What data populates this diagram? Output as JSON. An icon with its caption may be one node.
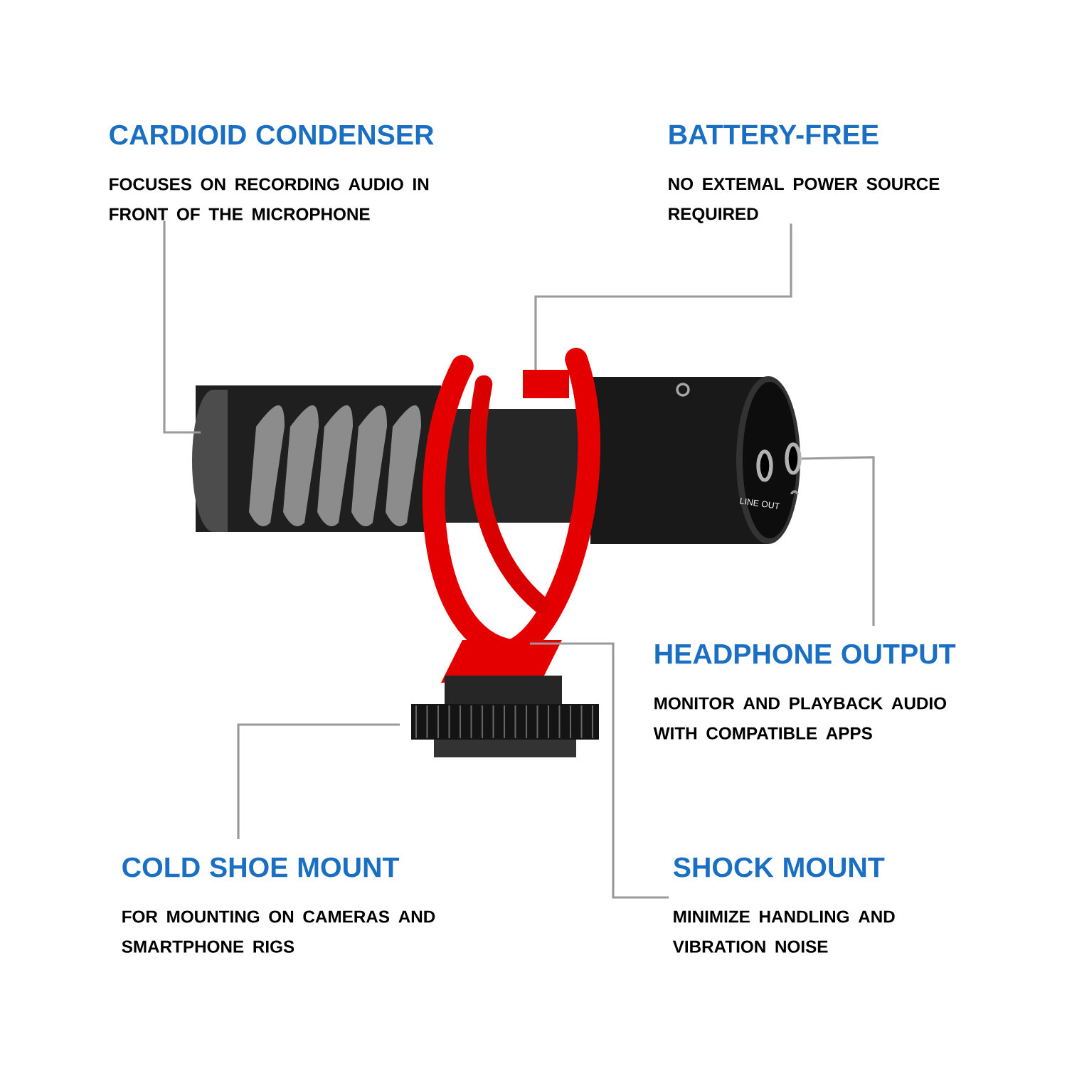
{
  "diagram": {
    "nodes": [
      {
        "text": [
          "CARDIOID CONDENSER",
          "FOCUSES ON RECORDING AUDIO IN FRONT OF THE MICROPHONE"
        ]
      },
      {
        "text": [
          "BATTERY-FREE",
          "NO EXTEMAL POWER SOURCE REQUIRED"
        ]
      },
      {
        "text": [
          "HEADPHONE OUTPUT",
          "MONITOR AND PLAYBACK AUDIO WITH COMPATIBLE APPS"
        ]
      },
      {
        "text": [
          "COLD SHOE MOUNT",
          "FOR MOUNTING ON CAMERAS AND SMARTPHONE RIGS"
        ]
      },
      {
        "text": [
          "SHOCK MOUNT",
          "MINIMIZE HANDLING AND VIBRATION NOISE"
        ]
      },
      {
        "text": [],
        "shape": "circle"
      }
    ],
    "edges": [
      {
        "from": 0,
        "to": null,
        "arrow": "none"
      },
      {
        "from": 1,
        "to": null,
        "arrow": "none"
      },
      {
        "from": 2,
        "to": 5,
        "arrow": "none"
      },
      {
        "from": 3,
        "to": null,
        "arrow": "none"
      },
      {
        "from": 4,
        "to": null,
        "arrow": "none"
      }
    ],
    "labels": [
      "LINE OUT"
    ]
  }
}
